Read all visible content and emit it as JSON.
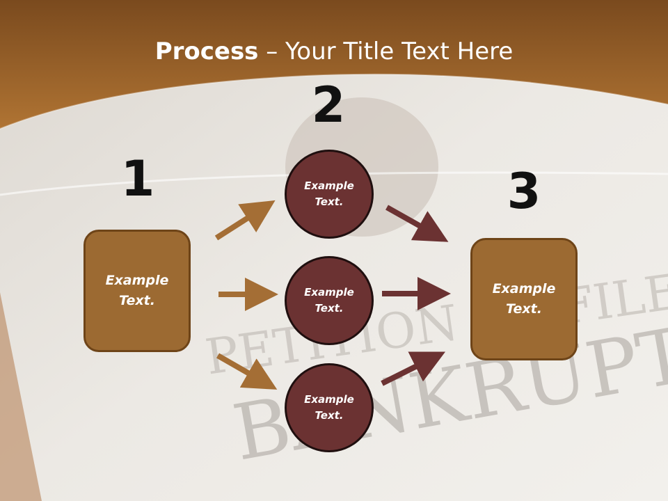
{
  "title": {
    "bold": "Process",
    "rest": " – Your Title Text Here"
  },
  "steps": {
    "one": "1",
    "two": "2",
    "three": "3"
  },
  "left_box": {
    "line1": "Example",
    "line2": "Text."
  },
  "right_box": {
    "line1": "Example",
    "line2": "Text."
  },
  "circles": [
    {
      "line1": "Example",
      "line2": "Text."
    },
    {
      "line1": "Example",
      "line2": "Text."
    },
    {
      "line1": "Example",
      "line2": "Text."
    }
  ],
  "colors": {
    "header": "#a86a2c",
    "box": "#9c6a32",
    "circle": "#6b3232",
    "arrow_in": "#a46e35",
    "arrow_out": "#6b3232"
  },
  "background_watermark": {
    "line1": "PETITION TO FILE FOR",
    "line2": "BANKRUPTCY"
  }
}
